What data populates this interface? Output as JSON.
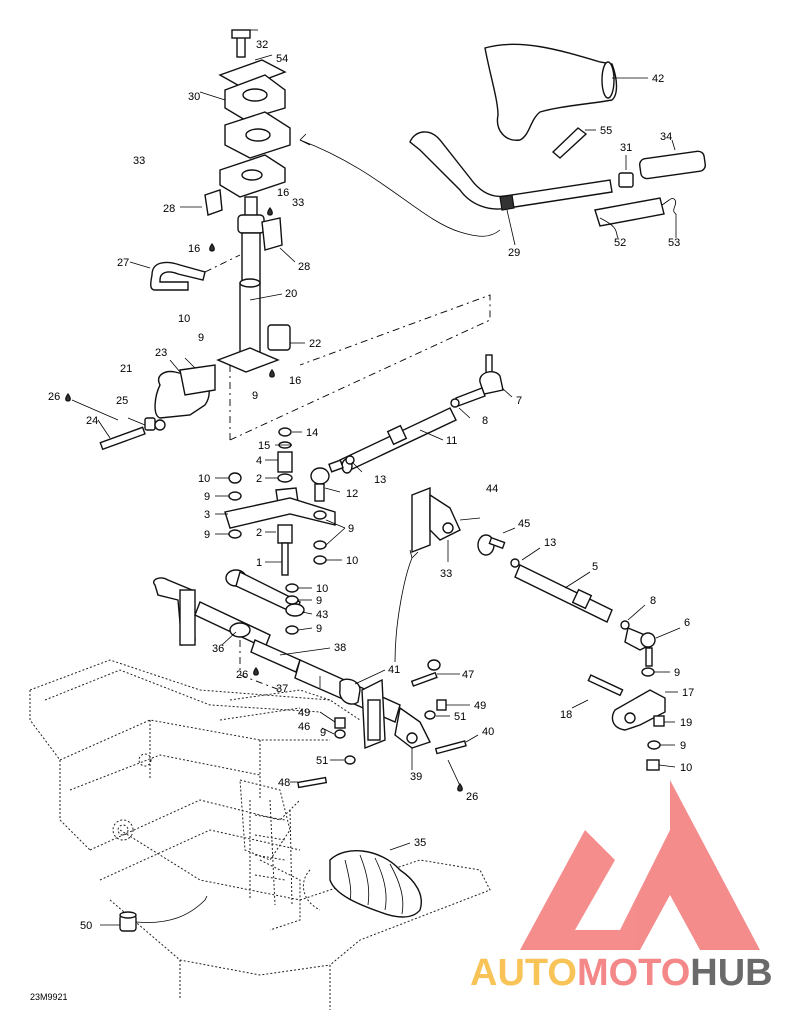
{
  "callouts": [
    {
      "id": "c32",
      "label": "32"
    },
    {
      "id": "c54",
      "label": "54"
    },
    {
      "id": "c30",
      "label": "30"
    },
    {
      "id": "c33a",
      "label": "33"
    },
    {
      "id": "c16a",
      "label": "16"
    },
    {
      "id": "c33b",
      "label": "33"
    },
    {
      "id": "c28a",
      "label": "28"
    },
    {
      "id": "c16b",
      "label": "16"
    },
    {
      "id": "c28b",
      "label": "28"
    },
    {
      "id": "c27",
      "label": "27"
    },
    {
      "id": "c20",
      "label": "20"
    },
    {
      "id": "c10a",
      "label": "10"
    },
    {
      "id": "c9a",
      "label": "9"
    },
    {
      "id": "c22",
      "label": "22"
    },
    {
      "id": "c23",
      "label": "23"
    },
    {
      "id": "c16c",
      "label": "16"
    },
    {
      "id": "c21",
      "label": "21"
    },
    {
      "id": "c26a",
      "label": "26"
    },
    {
      "id": "c25",
      "label": "25"
    },
    {
      "id": "c9b",
      "label": "9"
    },
    {
      "id": "c24",
      "label": "24"
    },
    {
      "id": "c42",
      "label": "42"
    },
    {
      "id": "c55",
      "label": "55"
    },
    {
      "id": "c34",
      "label": "34"
    },
    {
      "id": "c31",
      "label": "31"
    },
    {
      "id": "c52",
      "label": "52"
    },
    {
      "id": "c53",
      "label": "53"
    },
    {
      "id": "c29",
      "label": "29"
    },
    {
      "id": "c7",
      "label": "7"
    },
    {
      "id": "c8a",
      "label": "8"
    },
    {
      "id": "c11",
      "label": "11"
    },
    {
      "id": "c14",
      "label": "14"
    },
    {
      "id": "c15",
      "label": "15"
    },
    {
      "id": "c4",
      "label": "4"
    },
    {
      "id": "c2a",
      "label": "2"
    },
    {
      "id": "c10b",
      "label": "10"
    },
    {
      "id": "c13a",
      "label": "13"
    },
    {
      "id": "c12",
      "label": "12"
    },
    {
      "id": "c9c",
      "label": "9"
    },
    {
      "id": "c3",
      "label": "3"
    },
    {
      "id": "c9d",
      "label": "9"
    },
    {
      "id": "c2b",
      "label": "2"
    },
    {
      "id": "c9e",
      "label": "9"
    },
    {
      "id": "c1",
      "label": "1"
    },
    {
      "id": "c10c",
      "label": "10"
    },
    {
      "id": "c10d",
      "label": "10"
    },
    {
      "id": "c9f",
      "label": "9"
    },
    {
      "id": "c43",
      "label": "43"
    },
    {
      "id": "c9g",
      "label": "9"
    },
    {
      "id": "c36",
      "label": "36"
    },
    {
      "id": "c38",
      "label": "38"
    },
    {
      "id": "c26b",
      "label": "26"
    },
    {
      "id": "c37",
      "label": "37"
    },
    {
      "id": "c41",
      "label": "41"
    },
    {
      "id": "c44",
      "label": "44"
    },
    {
      "id": "c45",
      "label": "45"
    },
    {
      "id": "c13b",
      "label": "13"
    },
    {
      "id": "c33c",
      "label": "33"
    },
    {
      "id": "c5",
      "label": "5"
    },
    {
      "id": "c8b",
      "label": "8"
    },
    {
      "id": "c6",
      "label": "6"
    },
    {
      "id": "c9h",
      "label": "9"
    },
    {
      "id": "c17",
      "label": "17"
    },
    {
      "id": "c18",
      "label": "18"
    },
    {
      "id": "c19",
      "label": "19"
    },
    {
      "id": "c9i",
      "label": "9"
    },
    {
      "id": "c10e",
      "label": "10"
    },
    {
      "id": "c47",
      "label": "47"
    },
    {
      "id": "c49a",
      "label": "49"
    },
    {
      "id": "c49b",
      "label": "49"
    },
    {
      "id": "c51a",
      "label": "51"
    },
    {
      "id": "c46",
      "label": "46"
    },
    {
      "id": "c9j",
      "label": "9"
    },
    {
      "id": "c40",
      "label": "40"
    },
    {
      "id": "c51b",
      "label": "51"
    },
    {
      "id": "c39",
      "label": "39"
    },
    {
      "id": "c48",
      "label": "48"
    },
    {
      "id": "c26c",
      "label": "26"
    },
    {
      "id": "c35",
      "label": "35"
    },
    {
      "id": "c50",
      "label": "50"
    }
  ],
  "reference_code": "23M9921",
  "watermark": {
    "word_part1": "AUTO",
    "word_part2": "MOTO",
    "word_part3": "HUB",
    "color_orange": "#f7b733",
    "color_red": "#f26d6d",
    "color_dark": "#4a4a4a",
    "logo_color": "#f26d6d"
  }
}
